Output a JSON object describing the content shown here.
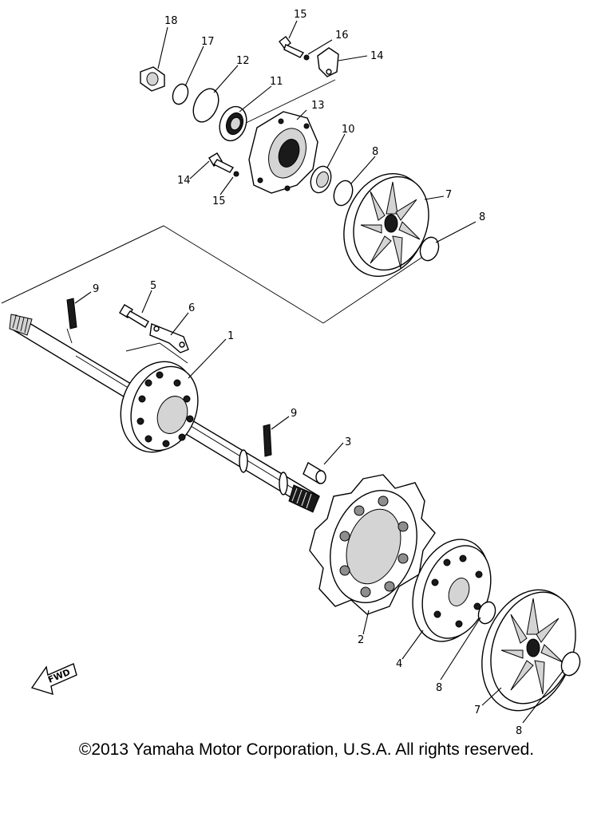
{
  "callouts": {
    "c1": "1",
    "c2": "2",
    "c3": "3",
    "c4": "4",
    "c5": "5",
    "c6": "6",
    "c7a": "7",
    "c7b": "7",
    "c8a": "8",
    "c8b": "8",
    "c8c": "8",
    "c8d": "8",
    "c9a": "9",
    "c9b": "9",
    "c10": "10",
    "c11": "11",
    "c12": "12",
    "c13": "13",
    "c14a": "14",
    "c14b": "14",
    "c15a": "15",
    "c15b": "15",
    "c16": "16",
    "c17": "17",
    "c18": "18"
  },
  "fwd_mark": "FWD",
  "copyright": "©2013 Yamaha Motor Corporation, U.S.A. All rights reserved."
}
